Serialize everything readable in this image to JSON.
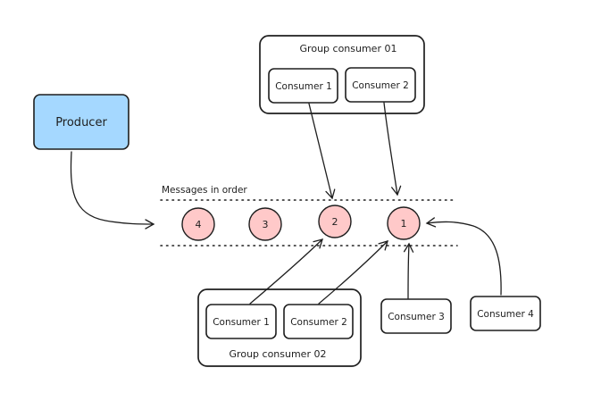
{
  "producer": {
    "label": "Producer",
    "fill": "#a5d8ff"
  },
  "queue": {
    "label": "Messages in order",
    "messages": [
      "4",
      "3",
      "2",
      "1"
    ],
    "message_fill": "#ffc9c9"
  },
  "group_01": {
    "title": "Group consumer 01",
    "consumers": [
      "Consumer 1",
      "Consumer 2"
    ]
  },
  "group_02": {
    "title": "Group consumer 02",
    "consumers": [
      "Consumer 1",
      "Consumer 2"
    ]
  },
  "standalone_consumers": [
    "Consumer 3",
    "Consumer 4"
  ],
  "colors": {
    "stroke": "#1e1e1e",
    "background": "#ffffff"
  }
}
